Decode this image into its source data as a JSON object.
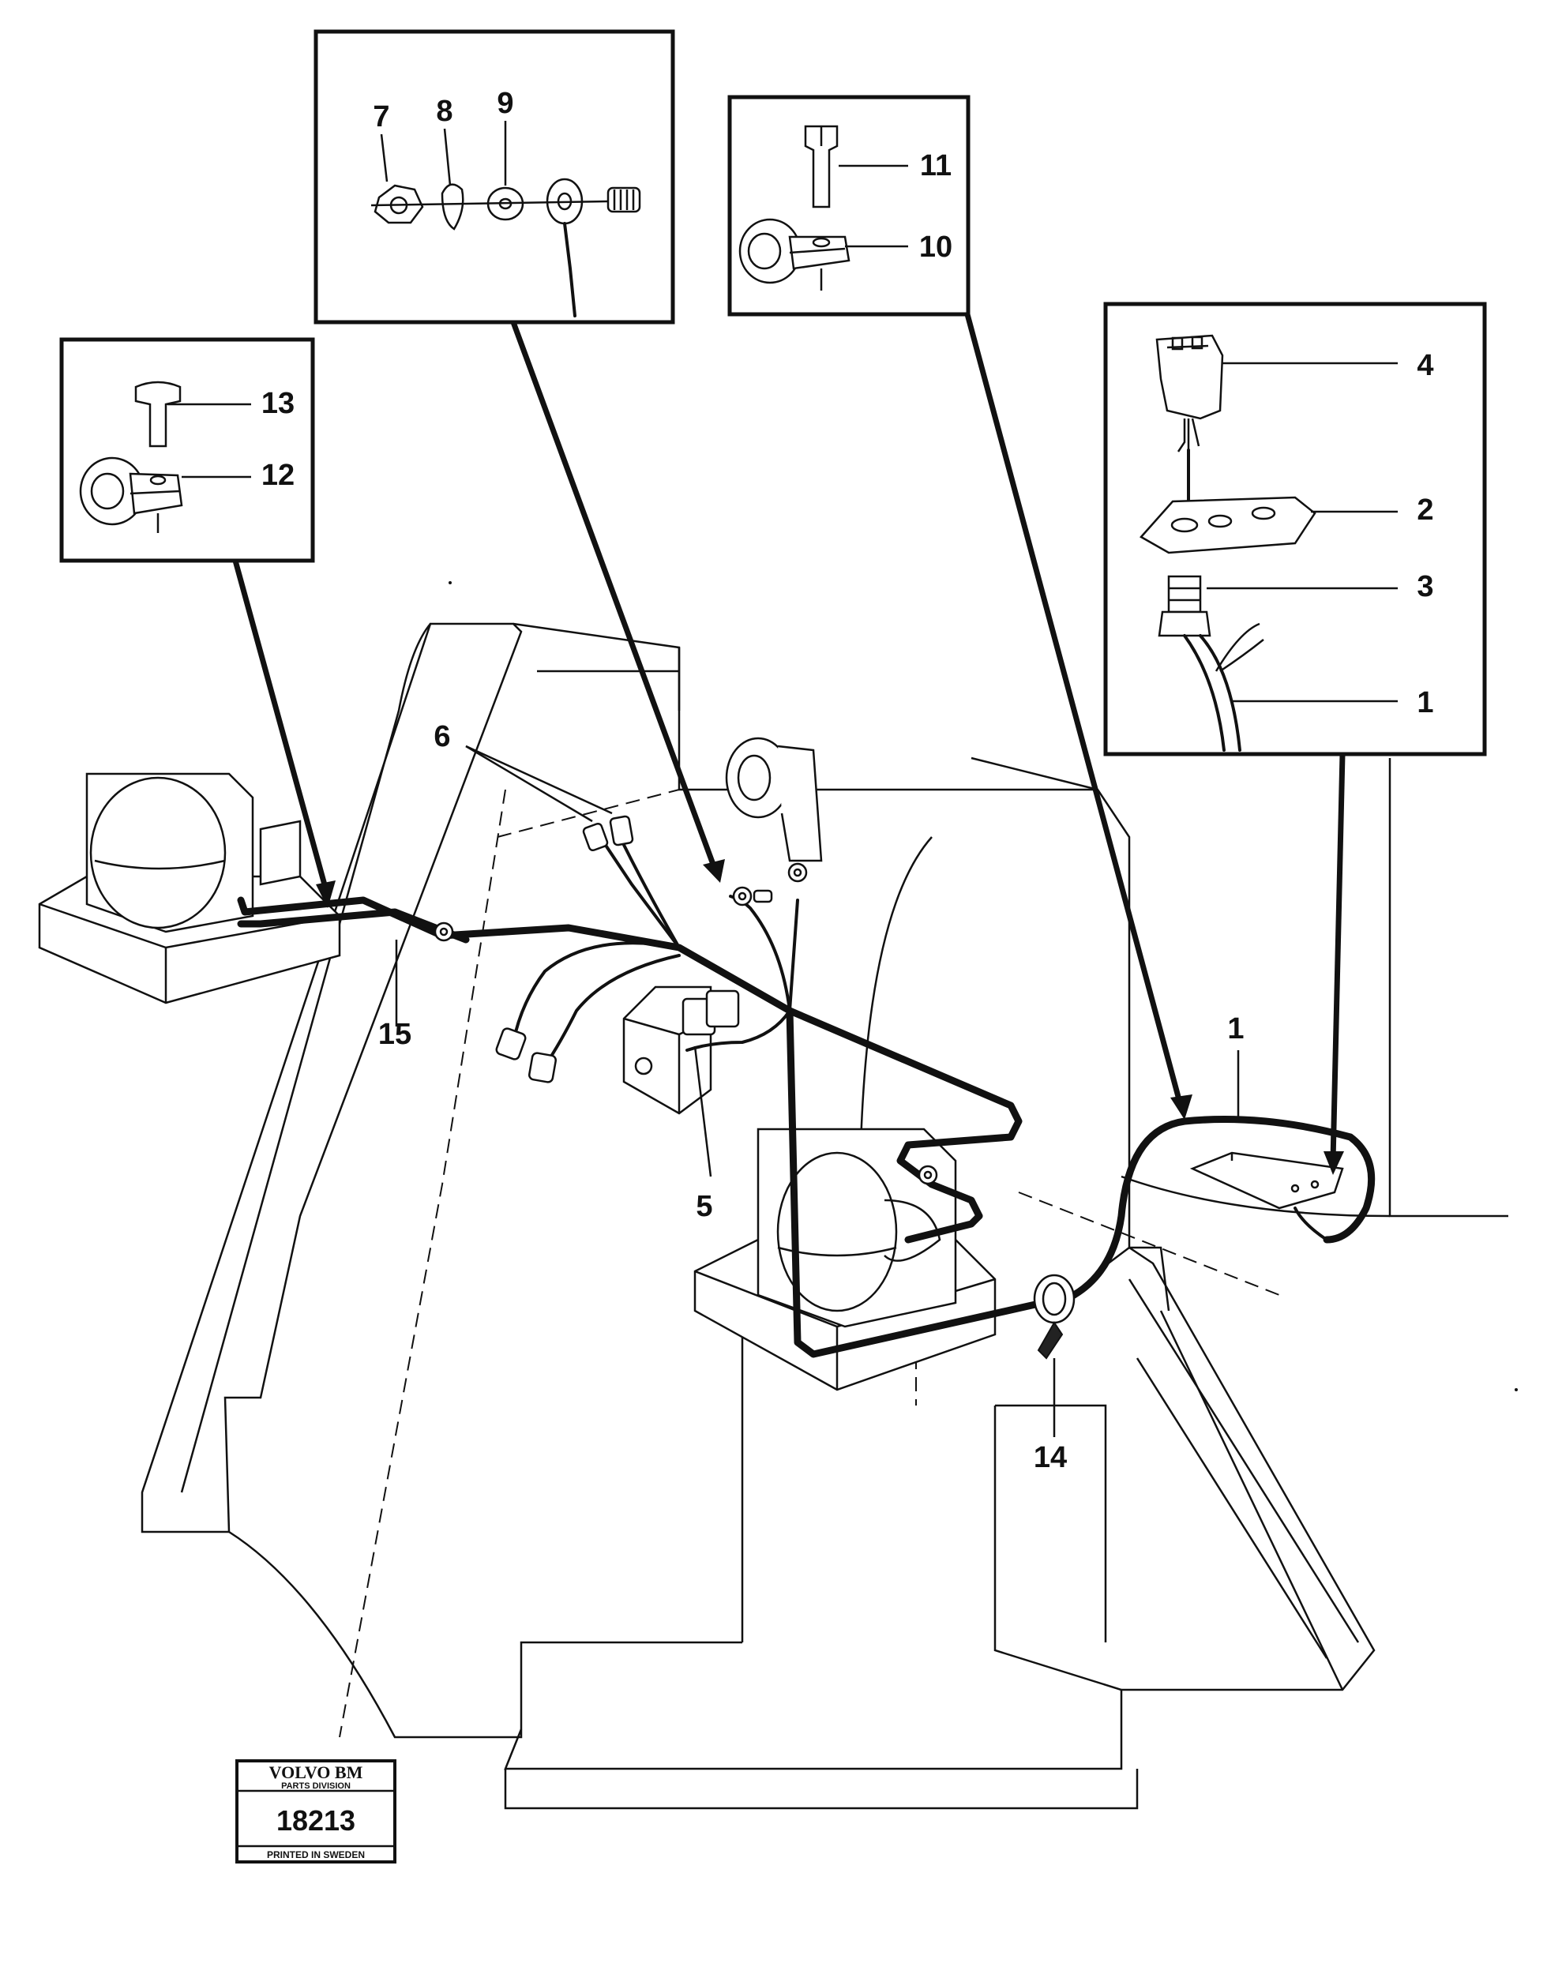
{
  "callouts": {
    "c1_detail": "1",
    "c1_main": "1",
    "c2": "2",
    "c3": "3",
    "c4": "4",
    "c5": "5",
    "c6": "6",
    "c7": "7",
    "c8": "8",
    "c9": "9",
    "c10": "10",
    "c11": "11",
    "c12": "12",
    "c13": "13",
    "c14": "14",
    "c15": "15"
  },
  "stamp": {
    "brand": "VOLVO BM",
    "division": "PARTS DIVISION",
    "number": "18213",
    "printed": "PRINTED IN SWEDEN"
  }
}
